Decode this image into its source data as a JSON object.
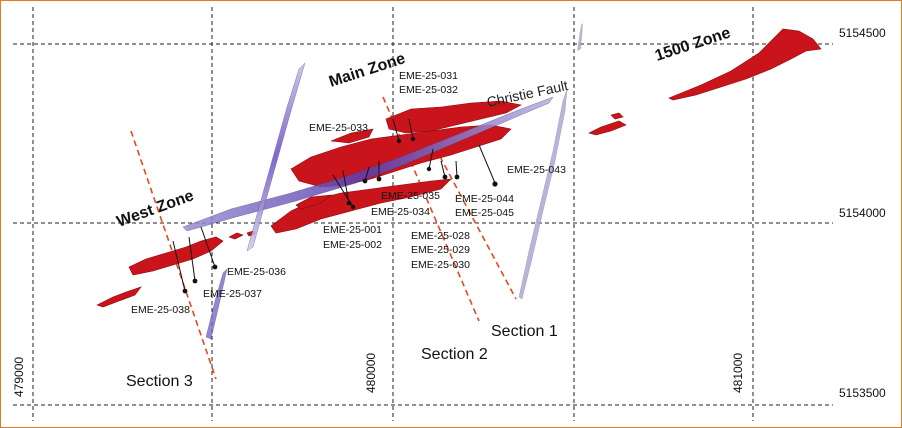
{
  "map": {
    "eastings": [
      "479000",
      "480000",
      "481000"
    ],
    "northings": [
      "5154500",
      "5154000",
      "5153500"
    ],
    "zones": [
      "Main Zone",
      "West Zone",
      "1500 Zone"
    ],
    "fault_label": "Christie Fault",
    "sections": [
      "Section 1",
      "Section 2",
      "Section 3"
    ],
    "drill_labels": {
      "h031": "EME-25-031",
      "h032": "EME-25-032",
      "h033": "EME-25-033",
      "h043": "EME-25-043",
      "h035": "EME-25-035",
      "h034": "EME-25-034",
      "h044": "EME-25-044",
      "h045": "EME-25-045",
      "h001": "EME-25-001",
      "h002": "EME-25-002",
      "h028": "EME-25-028",
      "h029": "EME-25-029",
      "h030": "EME-25-030",
      "h036": "EME-25-036",
      "h037": "EME-25-037",
      "h038": "EME-25-038"
    },
    "colors": {
      "mineralization": "#c8141a",
      "fault": "#7a5cc4",
      "section_line": "#e8481c",
      "frame": "#e07b24"
    }
  }
}
